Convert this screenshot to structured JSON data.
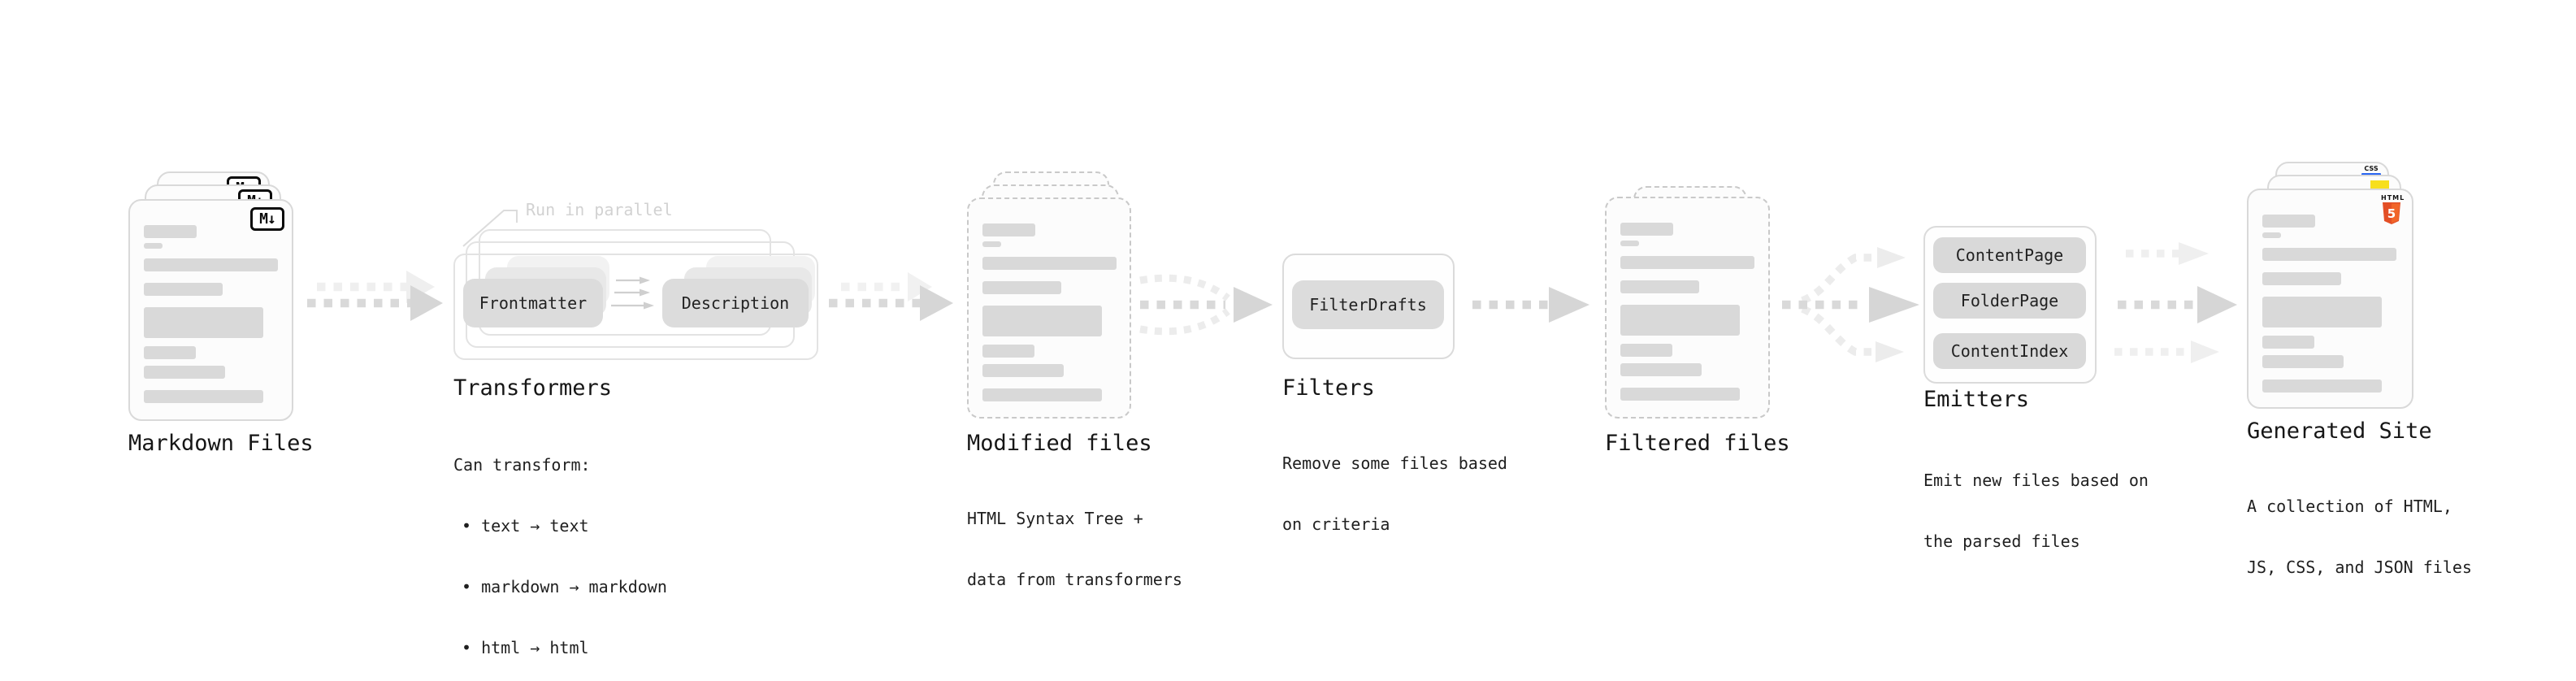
{
  "diagram": {
    "markdown": {
      "label": "Markdown Files",
      "badge": "M↓"
    },
    "transformers": {
      "note": "Run in parallel",
      "pill_input": "Frontmatter",
      "pill_output": "Description",
      "title": "Transformers",
      "desc_heading": "Can transform:",
      "bullets": [
        "• text → text",
        "• markdown → markdown",
        "• html → html"
      ]
    },
    "modified": {
      "label": "Modified files",
      "desc_line1": "HTML Syntax Tree +",
      "desc_line2": "data from transformers"
    },
    "filters": {
      "title": "Filters",
      "pill": "FilterDrafts",
      "desc_line1": "Remove some files based",
      "desc_line2": "on criteria"
    },
    "filtered": {
      "label": "Filtered files"
    },
    "emitters": {
      "title": "Emitters",
      "pills": [
        "ContentPage",
        "FolderPage",
        "ContentIndex"
      ],
      "desc_line1": "Emit new files based on",
      "desc_line2": "the parsed files"
    },
    "generated": {
      "label": "Generated Site",
      "desc_line1": "A collection of HTML,",
      "desc_line2": "JS, CSS, and JSON files",
      "css_badge": "CSS",
      "html_badge_word": "HTML",
      "html_badge_number": "5"
    }
  },
  "colors": {
    "html5_orange": "#e34f26",
    "js_yellow": "#f7df1e",
    "css_blue": "#2965f1",
    "card_border": "#d9d9d9",
    "bar_gray": "#d9d9d9",
    "arrow_gray": "#d9d9d9",
    "arrow_light": "#ededed"
  }
}
